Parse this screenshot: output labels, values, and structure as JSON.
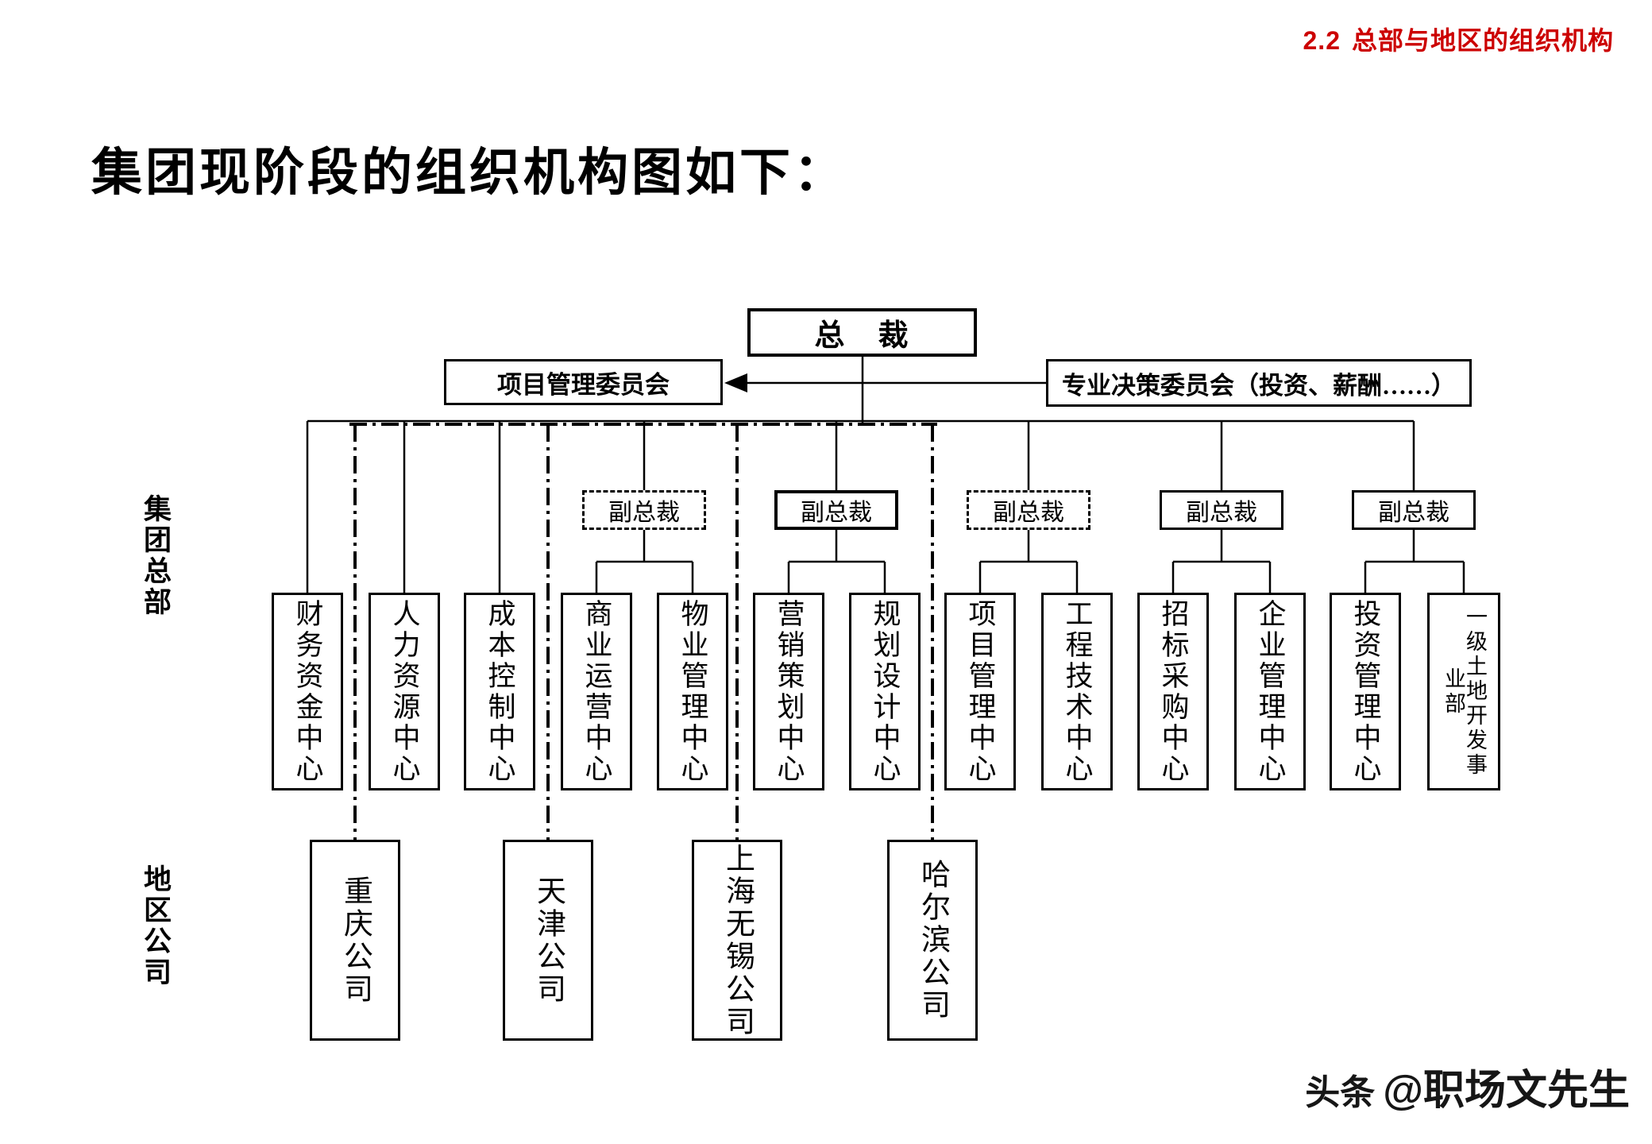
{
  "header": {
    "section_number": "2.2",
    "section_title": "总部与地区的组织机构"
  },
  "page_title": "集团现阶段的组织机构图如下：",
  "org_chart": {
    "president": {
      "label": "总　裁"
    },
    "committees": {
      "left": {
        "label": "项目管理委员会"
      },
      "right": {
        "label": "专业决策委员会（投资、薪酬……）"
      }
    },
    "vice_presidents": [
      {
        "label": "副总裁",
        "border": "dashed"
      },
      {
        "label": "副总裁",
        "border": "solid"
      },
      {
        "label": "副总裁",
        "border": "dashed"
      },
      {
        "label": "副总裁",
        "border": "solid"
      },
      {
        "label": "副总裁",
        "border": "solid"
      }
    ],
    "row_labels": {
      "headquarters": "集团总部",
      "regional": "地区公司"
    },
    "departments": [
      "财务资金中心",
      "人力资源中心",
      "成本控制中心",
      "商业运营中心",
      "物业管理中心",
      "营销策划中心",
      "规划设计中心",
      "项目管理中心",
      "工程技术中心",
      "招标采购中心",
      "企业管理中心",
      "投资管理中心",
      "一级土地开发事业部"
    ],
    "regional_companies": [
      "重庆公司",
      "天津公司",
      "上海无锡公司",
      "哈尔滨公司"
    ]
  },
  "watermark": {
    "brand": "头条",
    "account": "@职场文先生"
  },
  "colors": {
    "accent_red": "#cc0000",
    "line_black": "#000000"
  }
}
